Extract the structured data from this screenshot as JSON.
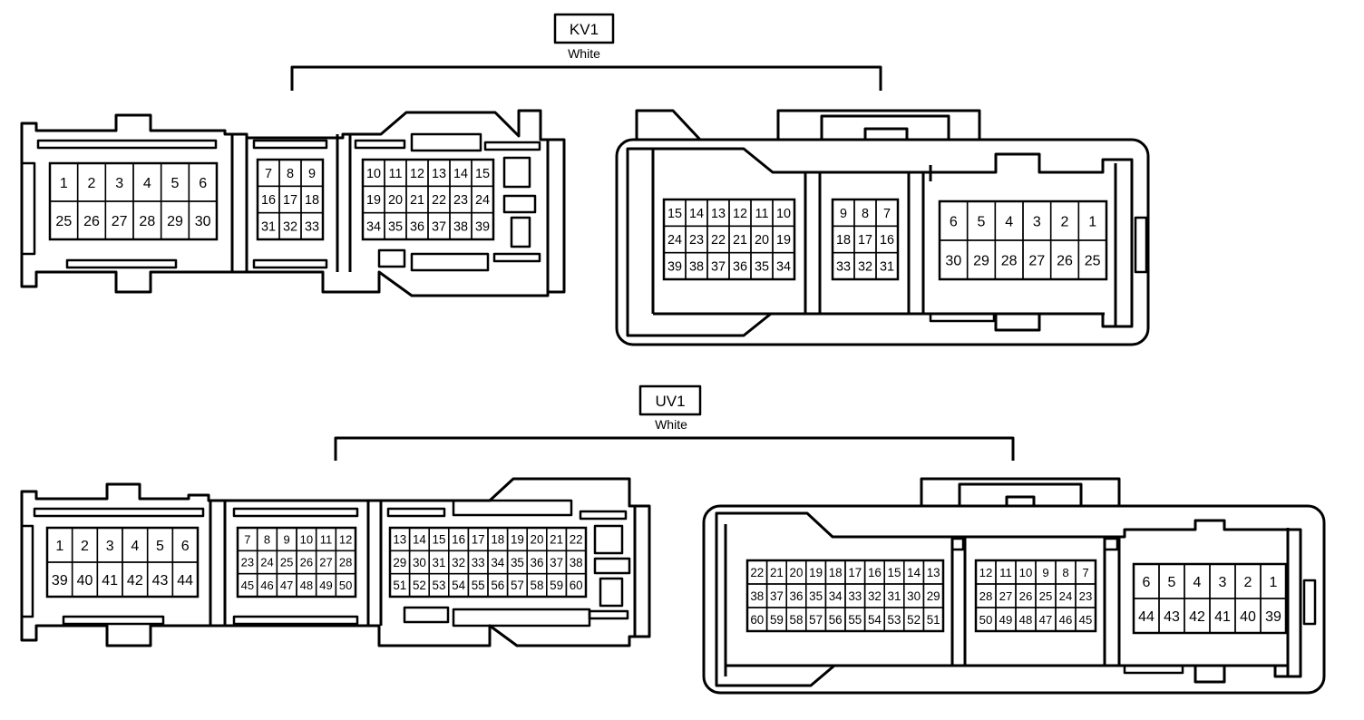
{
  "connectors": [
    {
      "id": "kv1",
      "code": "KV1",
      "color_label": "White",
      "views": [
        {
          "side": "left",
          "blocks": [
            {
              "rows": [
                [
                  "1",
                  "2",
                  "3",
                  "4",
                  "5",
                  "6"
                ],
                [
                  "25",
                  "26",
                  "27",
                  "28",
                  "29",
                  "30"
                ]
              ]
            },
            {
              "rows": [
                [
                  "7",
                  "8",
                  "9"
                ],
                [
                  "16",
                  "17",
                  "18"
                ],
                [
                  "31",
                  "32",
                  "33"
                ]
              ]
            },
            {
              "rows": [
                [
                  "10",
                  "11",
                  "12",
                  "13",
                  "14",
                  "15"
                ],
                [
                  "19",
                  "20",
                  "21",
                  "22",
                  "23",
                  "24"
                ],
                [
                  "34",
                  "35",
                  "36",
                  "37",
                  "38",
                  "39"
                ]
              ]
            }
          ]
        },
        {
          "side": "right",
          "blocks": [
            {
              "rows": [
                [
                  "15",
                  "14",
                  "13",
                  "12",
                  "11",
                  "10"
                ],
                [
                  "24",
                  "23",
                  "22",
                  "21",
                  "20",
                  "19"
                ],
                [
                  "39",
                  "38",
                  "37",
                  "36",
                  "35",
                  "34"
                ]
              ]
            },
            {
              "rows": [
                [
                  "9",
                  "8",
                  "7"
                ],
                [
                  "18",
                  "17",
                  "16"
                ],
                [
                  "33",
                  "32",
                  "31"
                ]
              ]
            },
            {
              "rows": [
                [
                  "6",
                  "5",
                  "4",
                  "3",
                  "2",
                  "1"
                ],
                [
                  "30",
                  "29",
                  "28",
                  "27",
                  "26",
                  "25"
                ]
              ]
            }
          ]
        }
      ]
    },
    {
      "id": "uv1",
      "code": "UV1",
      "color_label": "White",
      "views": [
        {
          "side": "left",
          "blocks": [
            {
              "rows": [
                [
                  "1",
                  "2",
                  "3",
                  "4",
                  "5",
                  "6"
                ],
                [
                  "39",
                  "40",
                  "41",
                  "42",
                  "43",
                  "44"
                ]
              ]
            },
            {
              "rows": [
                [
                  "7",
                  "8",
                  "9",
                  "10",
                  "11",
                  "12"
                ],
                [
                  "23",
                  "24",
                  "25",
                  "26",
                  "27",
                  "28"
                ],
                [
                  "45",
                  "46",
                  "47",
                  "48",
                  "49",
                  "50"
                ]
              ]
            },
            {
              "rows": [
                [
                  "13",
                  "14",
                  "15",
                  "16",
                  "17",
                  "18",
                  "19",
                  "20",
                  "21",
                  "22"
                ],
                [
                  "29",
                  "30",
                  "31",
                  "32",
                  "33",
                  "34",
                  "35",
                  "36",
                  "37",
                  "38"
                ],
                [
                  "51",
                  "52",
                  "53",
                  "54",
                  "55",
                  "56",
                  "57",
                  "58",
                  "59",
                  "60"
                ]
              ]
            }
          ]
        },
        {
          "side": "right",
          "blocks": [
            {
              "rows": [
                [
                  "22",
                  "21",
                  "20",
                  "19",
                  "18",
                  "17",
                  "16",
                  "15",
                  "14",
                  "13"
                ],
                [
                  "38",
                  "37",
                  "36",
                  "35",
                  "34",
                  "33",
                  "32",
                  "31",
                  "30",
                  "29"
                ],
                [
                  "60",
                  "59",
                  "58",
                  "57",
                  "56",
                  "55",
                  "54",
                  "53",
                  "52",
                  "51"
                ]
              ]
            },
            {
              "rows": [
                [
                  "12",
                  "11",
                  "10",
                  "9",
                  "8",
                  "7"
                ],
                [
                  "28",
                  "27",
                  "26",
                  "25",
                  "24",
                  "23"
                ],
                [
                  "50",
                  "49",
                  "48",
                  "47",
                  "46",
                  "45"
                ]
              ]
            },
            {
              "rows": [
                [
                  "6",
                  "5",
                  "4",
                  "3",
                  "2",
                  "1"
                ],
                [
                  "44",
                  "43",
                  "42",
                  "41",
                  "40",
                  "39"
                ]
              ]
            }
          ]
        }
      ]
    }
  ]
}
